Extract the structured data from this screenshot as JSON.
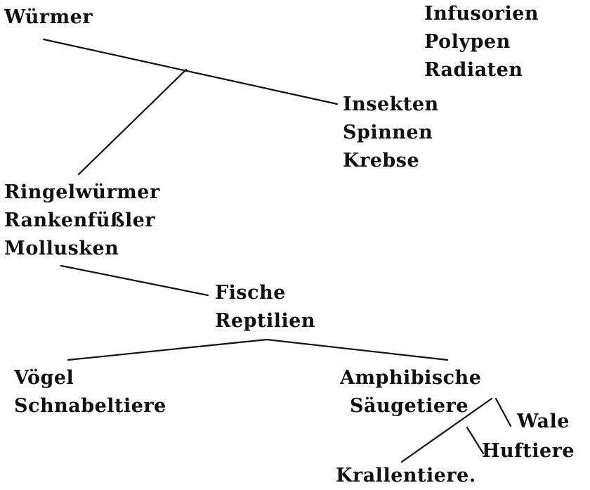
{
  "diagram": {
    "top_left": [
      "Würmer"
    ],
    "top_right": [
      "Infusorien",
      "Polypen",
      "Radiaten"
    ],
    "arthropods": [
      "Insekten",
      "Spinnen",
      "Krebse"
    ],
    "worms_molluscs": [
      "Ringelwürmer",
      "Rankenfüßler",
      "Mollusken"
    ],
    "fish_reptiles": [
      "Fische",
      "Reptilien"
    ],
    "birds": [
      "Vögel",
      "Schnabeltiere"
    ],
    "amphibian_mammals": {
      "left": "Amphibische",
      "right": "Säugetiere"
    },
    "whales": "Wale",
    "ungulates": "Huftiere",
    "carnivores": "Krallentiere."
  }
}
